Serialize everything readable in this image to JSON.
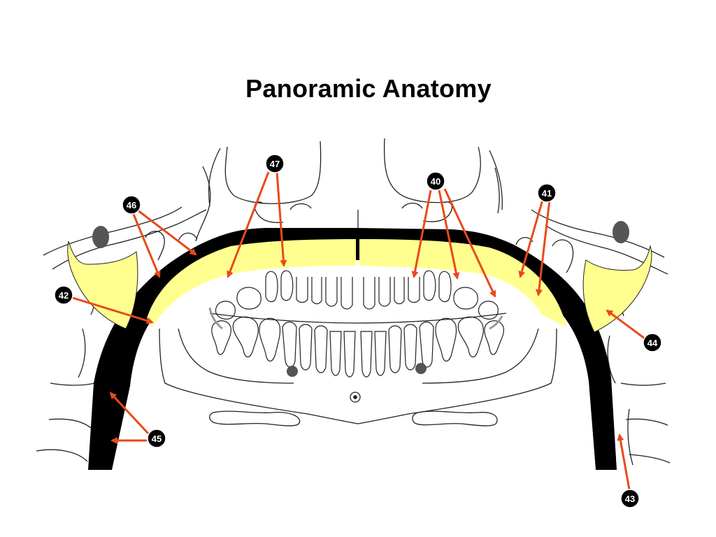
{
  "title": "Panoramic Anatomy",
  "colors": {
    "band": "#000000",
    "highlight": "#ffff8f",
    "arrow": "#e84a1c",
    "outline": "#222222",
    "marker_dot": "#555555"
  },
  "callouts": [
    {
      "id": "40",
      "label": "40"
    },
    {
      "id": "41",
      "label": "41"
    },
    {
      "id": "42",
      "label": "42"
    },
    {
      "id": "43",
      "label": "43"
    },
    {
      "id": "44",
      "label": "44"
    },
    {
      "id": "45",
      "label": "45"
    },
    {
      "id": "46",
      "label": "46"
    },
    {
      "id": "47",
      "label": "47"
    }
  ]
}
